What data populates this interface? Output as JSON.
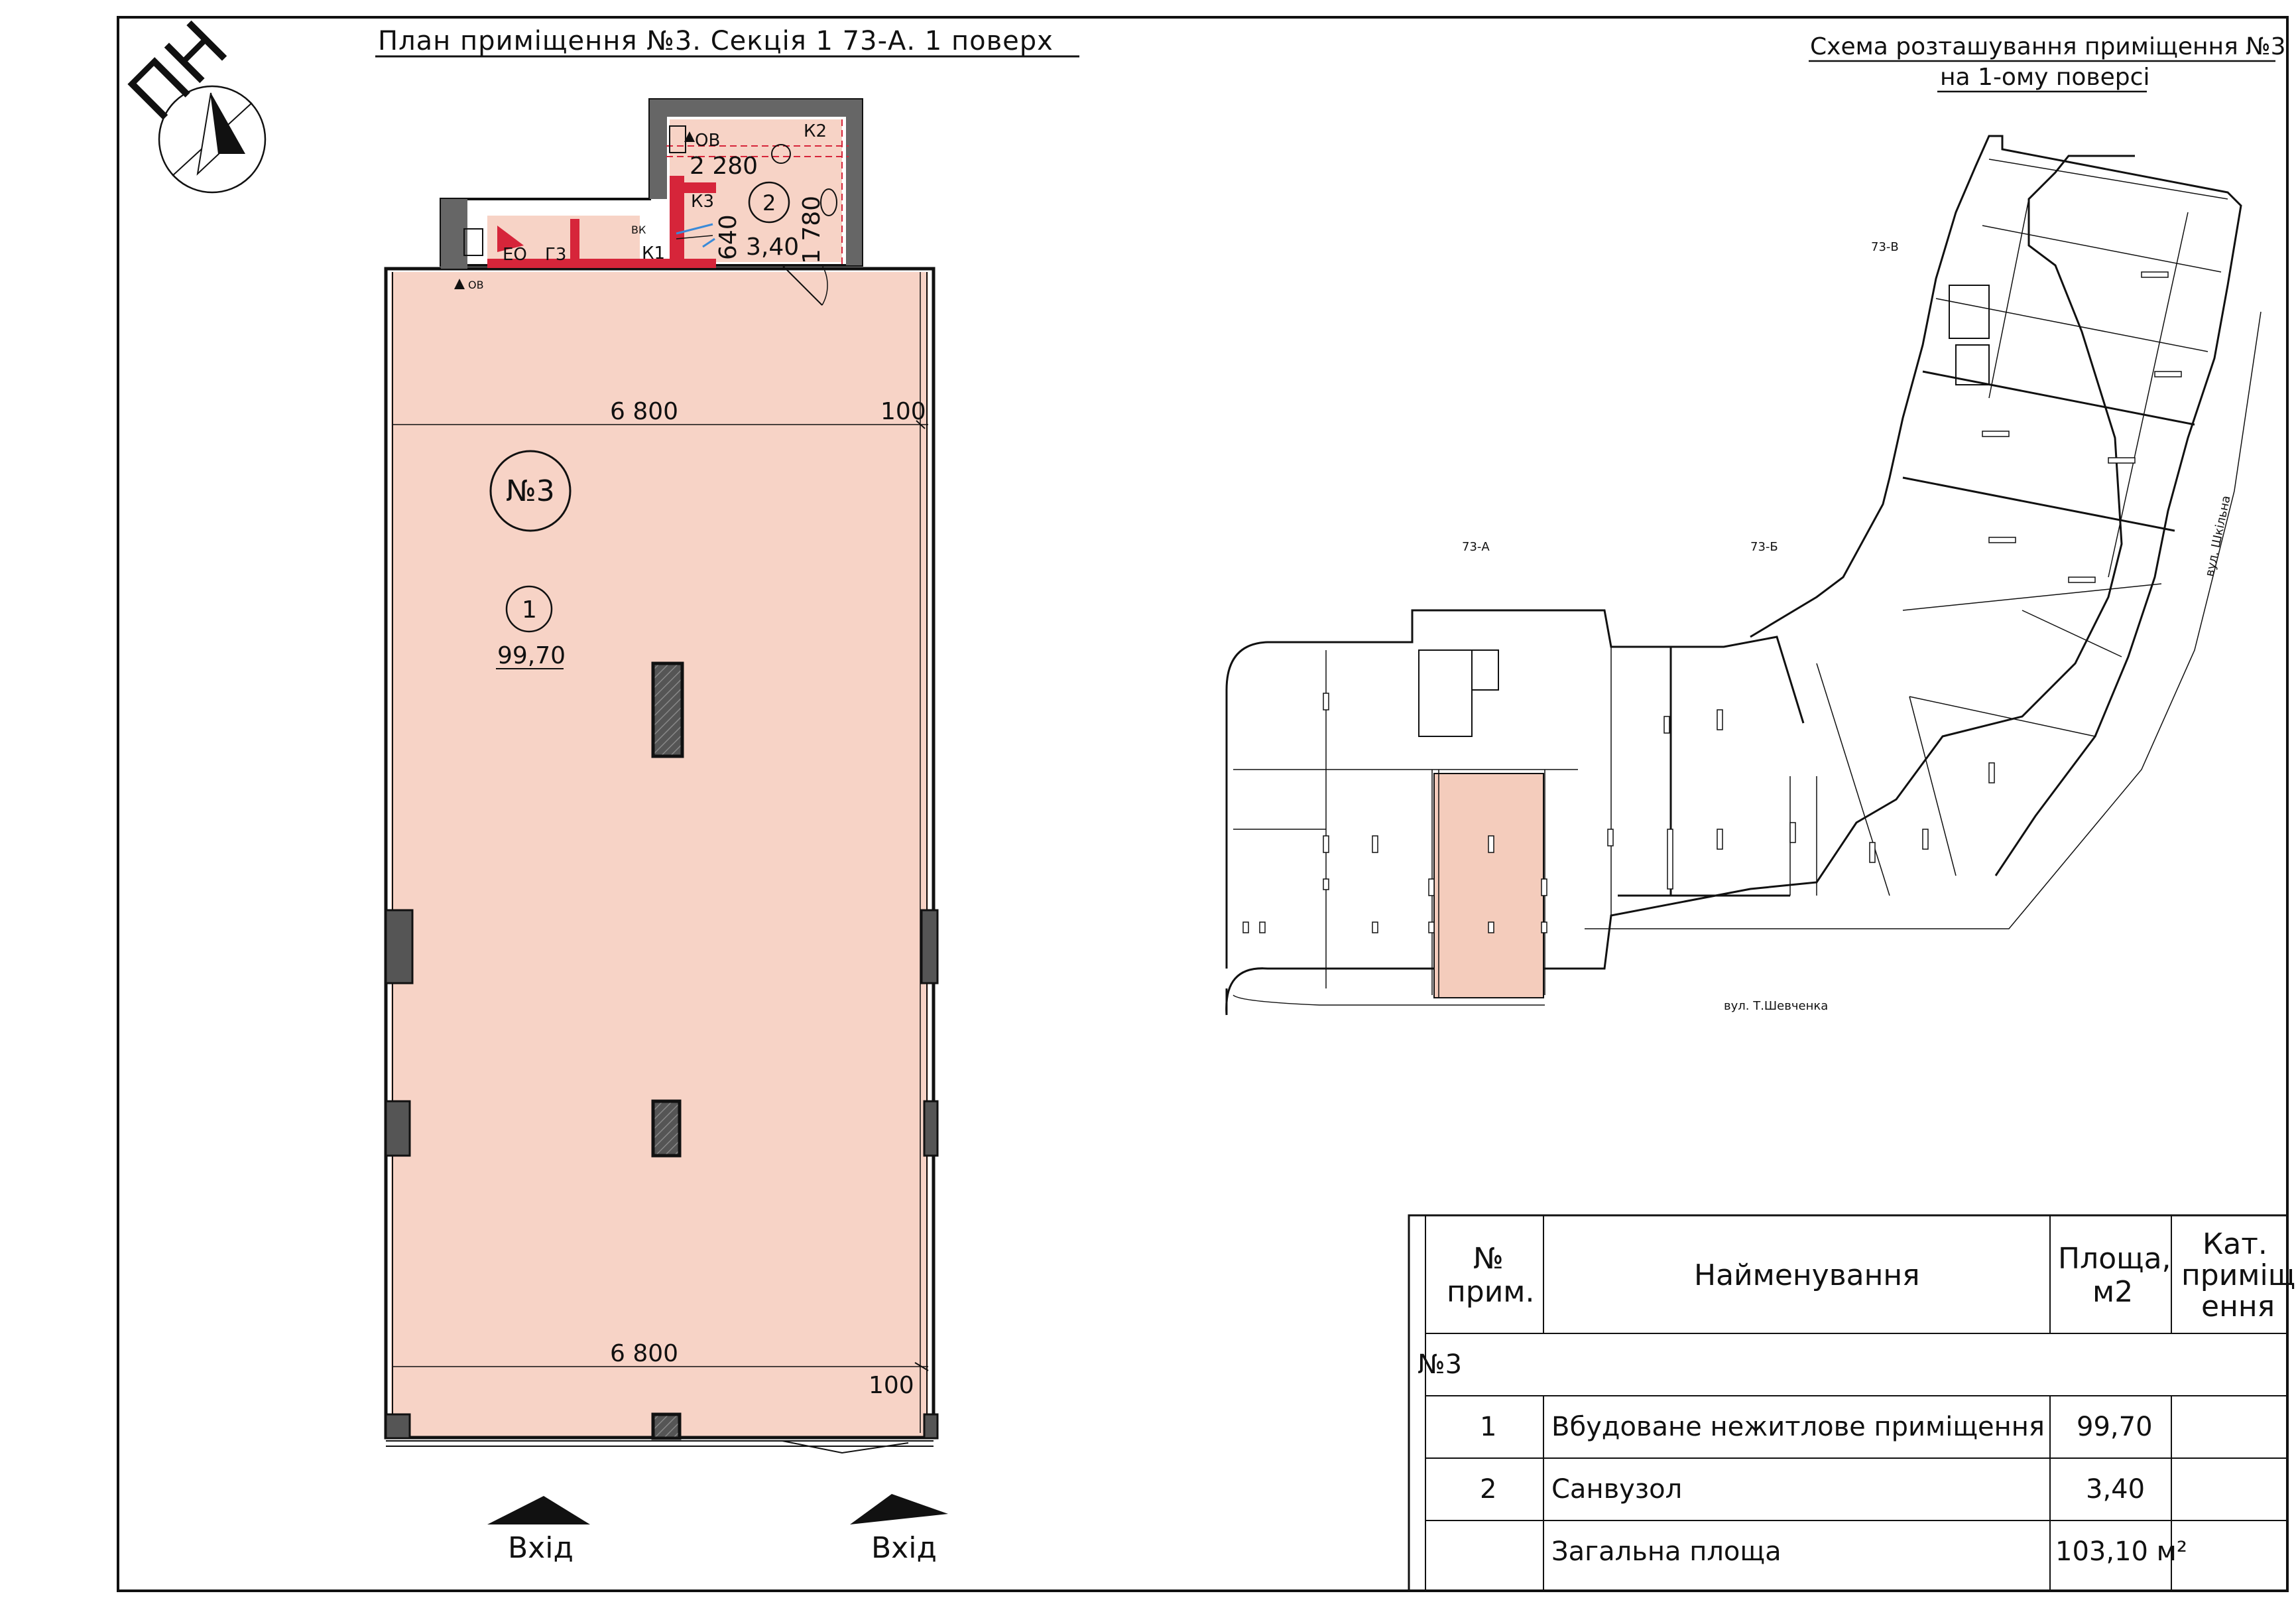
{
  "plan": {
    "title": "План приміщення №3. Секція 1  73-А. 1 поверх",
    "north_label": "ПН",
    "room_number_label": "№3",
    "room1": {
      "number": "1",
      "area": "99,70"
    },
    "room2": {
      "number": "2",
      "area": "3,40"
    },
    "dims": {
      "top_width": "6 800",
      "bottom_width": "6 800",
      "offset_top": "100",
      "offset_bottom": "100",
      "bath_width": "2 280",
      "bath_height": "1 780",
      "bath_small": "640"
    },
    "fixture_labels": {
      "ov1": "ОВ",
      "ov2": "ОВ",
      "k1": "К1",
      "k2": "К2",
      "k3": "К3",
      "vk": "ВК",
      "eo": "ЕО",
      "gz": "Г3"
    },
    "entrance_labels": [
      "Вхід",
      "Вхід"
    ]
  },
  "scheme": {
    "title_line1": "Схема розташування приміщення №3",
    "title_line2": "на 1-ому поверсі",
    "building_labels": {
      "a": "73-А",
      "b": "73-Б",
      "v": "73-В"
    },
    "street_shevchenka": "вул. Т.Шевченка",
    "street_shkilna": "вул. Шкільна"
  },
  "table": {
    "headers": {
      "num": [
        "№",
        "прим."
      ],
      "name": "Найменування",
      "area": [
        "Площа,",
        "м2"
      ],
      "category": [
        "Кат.",
        "приміщ",
        "ення"
      ]
    },
    "group_label": "№3",
    "rows": [
      {
        "num": "1",
        "name": "Вбудоване нежитлове приміщення",
        "area": "99,70",
        "category": ""
      },
      {
        "num": "2",
        "name": "Санвузол",
        "area": "3,40",
        "category": ""
      }
    ],
    "total": {
      "label": "Загальна площа",
      "value": "103,10 м²"
    }
  },
  "colors": {
    "room_fill": "#f7d3c6",
    "room_fill_scheme": "#f4ccbc",
    "wall": "#1a1a1a",
    "column": "#555555",
    "red_wall": "#d6253a"
  }
}
